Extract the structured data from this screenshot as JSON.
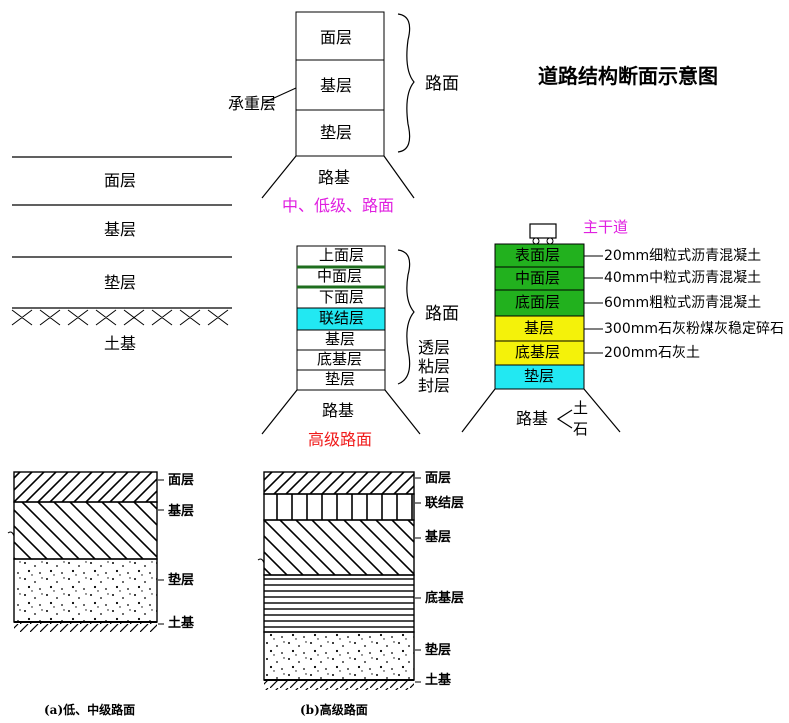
{
  "title": "道路结构断面示意图",
  "left_section": {
    "layers": [
      "面层",
      "基层",
      "垫层"
    ],
    "subgrade": "土基"
  },
  "top_diagram": {
    "layers": [
      "面层",
      "基层",
      "垫层"
    ],
    "bearing_label": "承重层",
    "brace_label": "路面",
    "subgrade": "路基",
    "caption": "中、低级、路面"
  },
  "middle_diagram": {
    "layers": [
      "上面层",
      "中面层",
      "下面层",
      "联结层",
      "基层",
      "底基层",
      "垫层"
    ],
    "brace_label": "路面",
    "seal_labels": [
      "透层",
      "粘层",
      "封层"
    ],
    "subgrade": "路基",
    "caption": "高级路面"
  },
  "right_diagram": {
    "road_label": "主干道",
    "layers": [
      "表面层",
      "中面层",
      "底面层",
      "基层",
      "底基层",
      "垫层"
    ],
    "annotations": [
      "20mm细粒式沥青混凝土",
      "40mm中粒式沥青混凝土",
      "60mm粗粒式沥青混凝土",
      "300mm石灰粉煤灰稳定碎石",
      "200mm石灰土"
    ],
    "subgrade": "路基",
    "subgrade_parts": [
      "土",
      "石"
    ]
  },
  "bottom_left": {
    "labels": [
      "面层",
      "基层",
      "垫层",
      "土基"
    ],
    "caption": "(a)低、中级路面"
  },
  "bottom_right": {
    "labels": [
      "面层",
      "联结层",
      "基层",
      "底基层",
      "垫层",
      "土基"
    ],
    "caption": "(b)高级路面"
  },
  "colors": {
    "green": "#22b11e",
    "yellow": "#f4f20a",
    "cyan": "#22e8f2",
    "magenta": "#e020e0",
    "red": "#f01a1a",
    "dark_green": "#1e6e1e"
  }
}
